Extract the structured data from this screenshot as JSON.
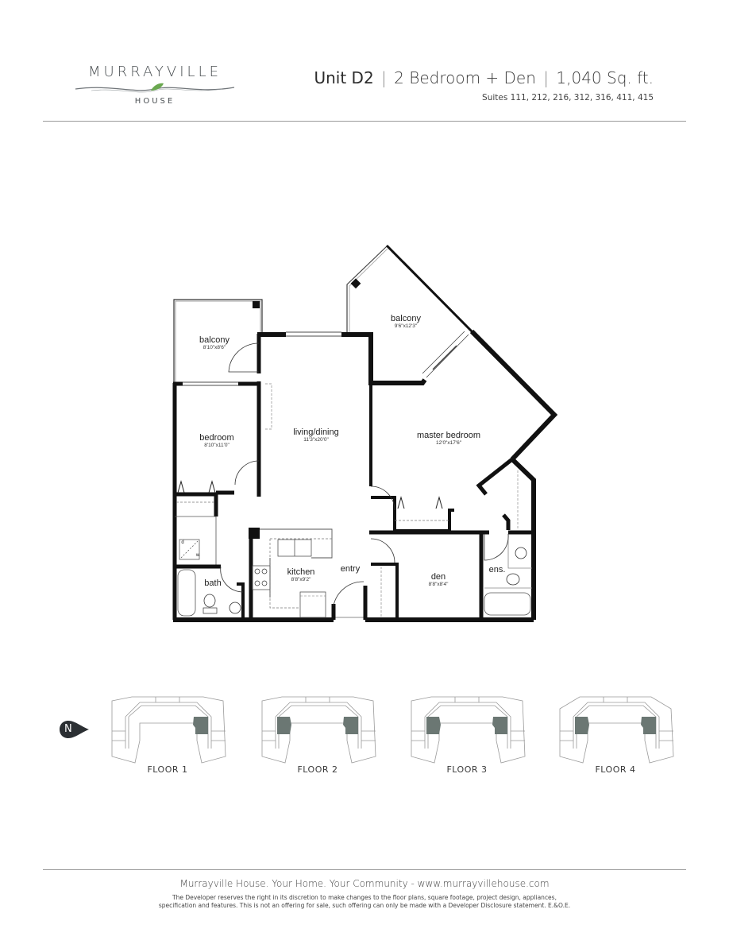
{
  "brand": {
    "name": "MURRAYVILLE",
    "subname": "HOUSE",
    "accent_leaf": "#6aa84f",
    "text_color": "#4a4f52"
  },
  "header": {
    "unit": "Unit D2",
    "separator": "|",
    "bedrooms": "2 Bedroom + Den",
    "area": "1,040 Sq. ft.",
    "suites": "Suites 111, 212, 216, 312, 316, 411, 415"
  },
  "floorplan": {
    "rooms": [
      {
        "id": "balcony-west",
        "name": "balcony",
        "dims": "8'10\"x8'6\""
      },
      {
        "id": "bedroom",
        "name": "bedroom",
        "dims": "8'10\"x11'0\""
      },
      {
        "id": "living-dining",
        "name": "living/dining",
        "dims": "11'3\"x20'0\""
      },
      {
        "id": "balcony-east",
        "name": "balcony",
        "dims": "9'6\"x12'3\""
      },
      {
        "id": "master-bedroom",
        "name": "master bedroom",
        "dims": "12'0\"x17'6\""
      },
      {
        "id": "kitchen",
        "name": "kitchen",
        "dims": "8'8\"x9'2\""
      },
      {
        "id": "entry",
        "name": "entry",
        "dims": ""
      },
      {
        "id": "den",
        "name": "den",
        "dims": "8'8\"x8'4\""
      },
      {
        "id": "bath",
        "name": "bath",
        "dims": ""
      },
      {
        "id": "ensuite",
        "name": "ens.",
        "dims": ""
      }
    ],
    "washer_dryer": {
      "d": "d",
      "w": "w"
    }
  },
  "keyplan": {
    "north_label": "N",
    "highlight_color": "#6b7773",
    "floors": [
      {
        "label": "FLOOR 1"
      },
      {
        "label": "FLOOR 2"
      },
      {
        "label": "FLOOR 3"
      },
      {
        "label": "FLOOR 4"
      }
    ]
  },
  "footer": {
    "tagline": "Murrayville House. Your Home. Your Community - www.murrayvillehouse.com",
    "disclaimer_line1": "The Developer reserves the right in its discretion to make changes to the floor plans, square footage, project design, appliances,",
    "disclaimer_line2": "specification and features. This is not an offering for sale, such offering can only be made with a Developer Disclosure statement. E.&O.E."
  }
}
